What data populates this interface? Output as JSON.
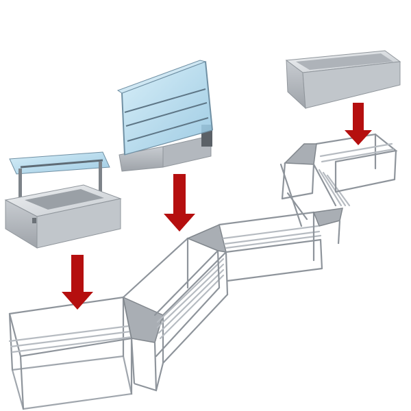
{
  "colors": {
    "background": "#ffffff",
    "arrow": "#b50f0f",
    "frame": "#8e949b",
    "frame_light": "#c7ccd2",
    "steel_top": "#d9dde1",
    "steel_side": "#b3b8be",
    "steel_dark": "#8b9096",
    "glass": "#a9d4ea",
    "glass_edge": "#6f8fa3"
  },
  "scene": {
    "units": [
      {
        "name": "bain-marie-with-sneeze-guard-unit",
        "icon": "bain-marie-icon"
      },
      {
        "name": "refrigerated-display-case-unit",
        "icon": "display-case-icon"
      },
      {
        "name": "drop-in-counter-unit",
        "icon": "drop-in-icon"
      }
    ],
    "arrows": 3,
    "frame_sections": 3,
    "corner_sections": 3
  }
}
